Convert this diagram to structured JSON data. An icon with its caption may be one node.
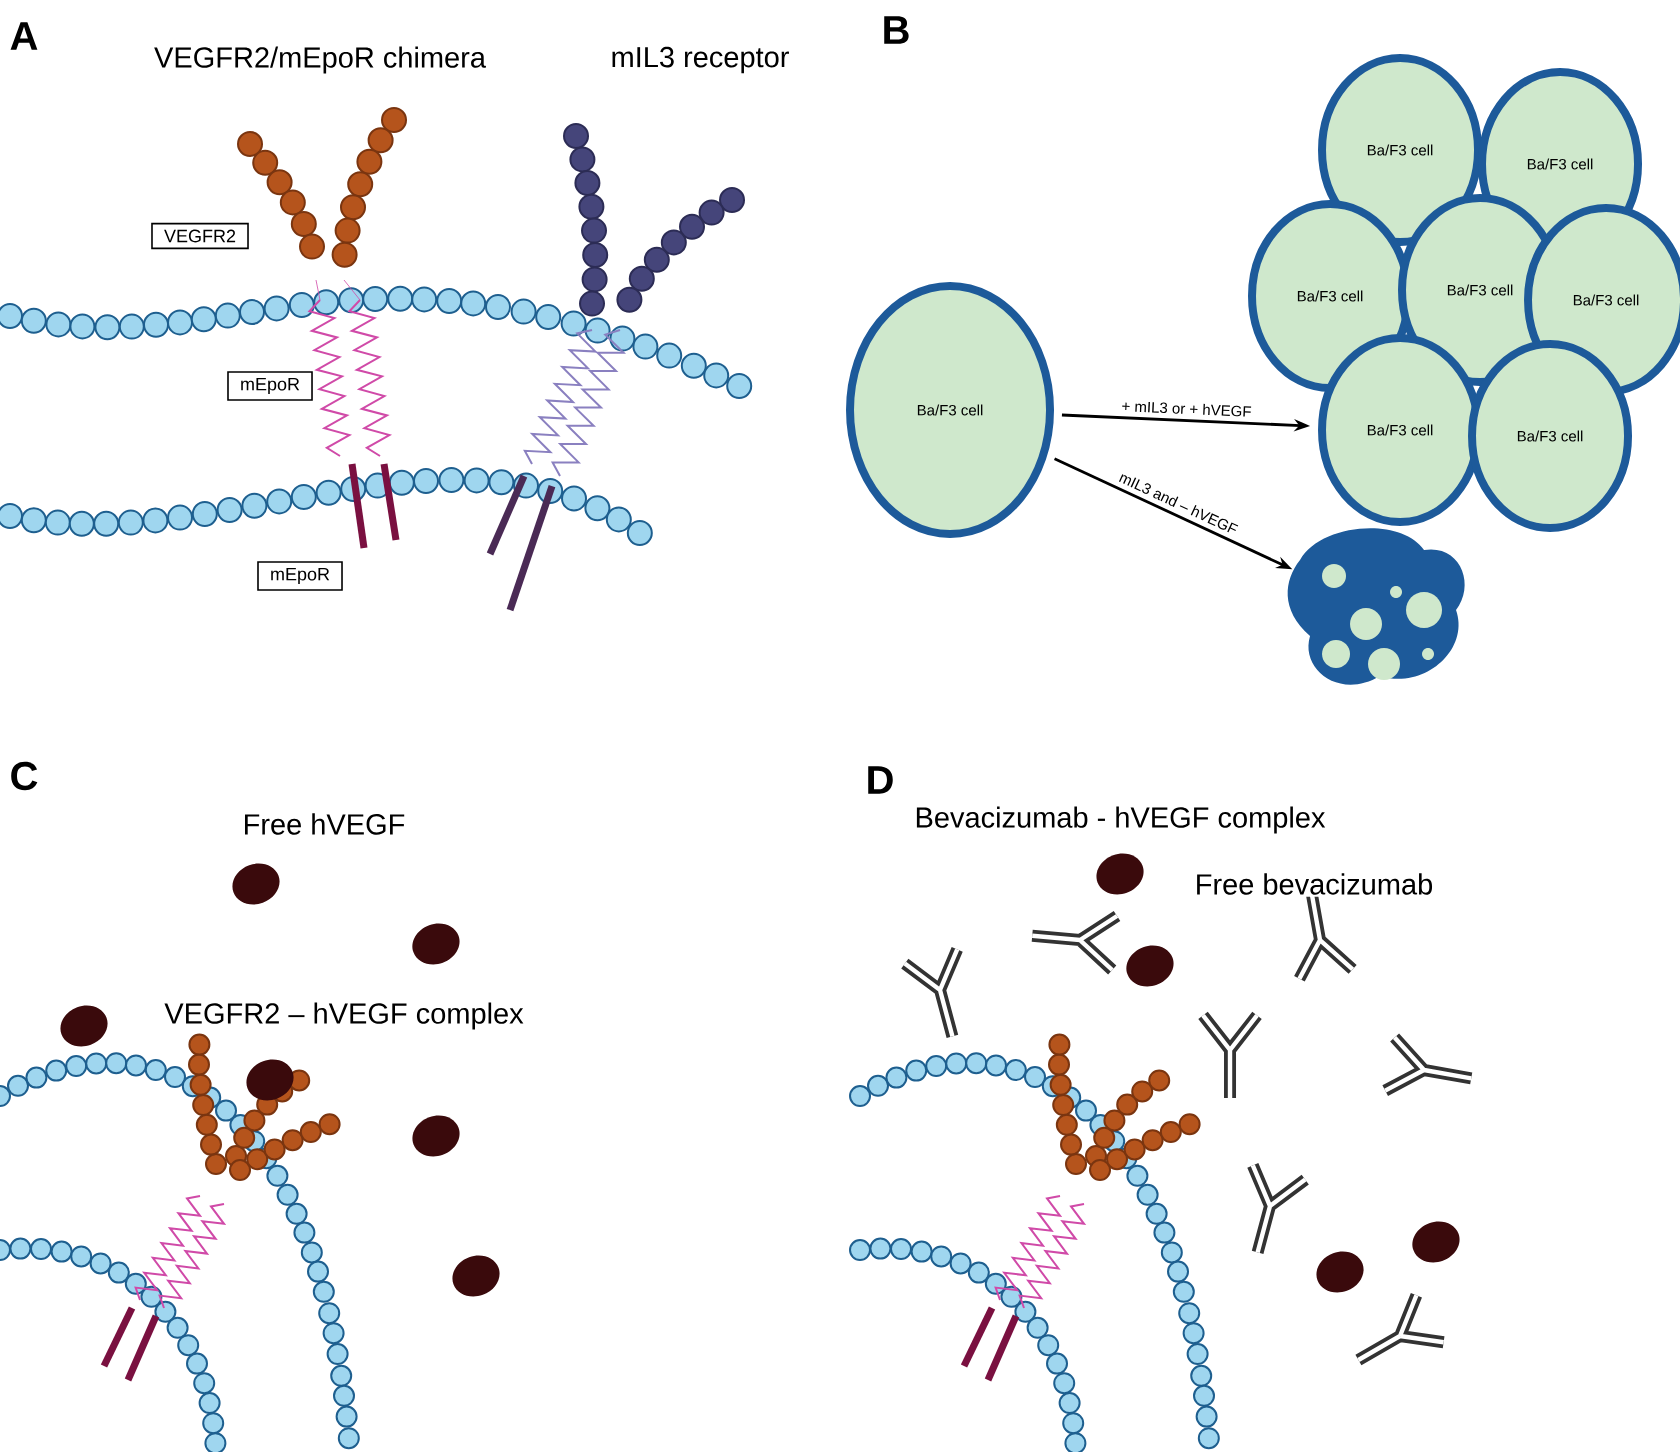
{
  "diagram": {
    "nodes": [
      {
        "text": [
          "VEGFR2"
        ]
      },
      {
        "text": [
          "mEpoR"
        ]
      },
      {
        "text": [
          "mEpoR"
        ]
      },
      {
        "text": [
          "Ba/F3 cell"
        ]
      },
      {
        "text": [
          "Ba/F3 cell"
        ]
      },
      {
        "text": [
          "Ba/F3 cell"
        ]
      },
      {
        "text": [
          "Ba/F3 cell"
        ]
      },
      {
        "text": [
          "Ba/F3 cell"
        ]
      },
      {
        "text": [
          "Ba/F3 cell"
        ]
      },
      {
        "text": [
          "Ba/F3 cell"
        ]
      },
      {
        "text": [
          "Ba/F3 cell"
        ]
      },
      {
        "text": [],
        "shape": "blob"
      }
    ],
    "edges": [
      {
        "from": 3,
        "to": 9,
        "arrow": "to",
        "label": "+ mIL3 or + hVEGF"
      },
      {
        "from": 3,
        "to": 11,
        "arrow": "to",
        "label": "mIL3 and – hVEGF"
      }
    ],
    "labels": [
      "A",
      "VEGFR2/mEpoR chimera",
      "mIL3 receptor",
      "B",
      "C",
      "Free hVEGF",
      "VEGFR2 – hVEGF complex",
      "D",
      "Bevacizumab - hVEGF complex",
      "Free bevacizumab"
    ]
  }
}
